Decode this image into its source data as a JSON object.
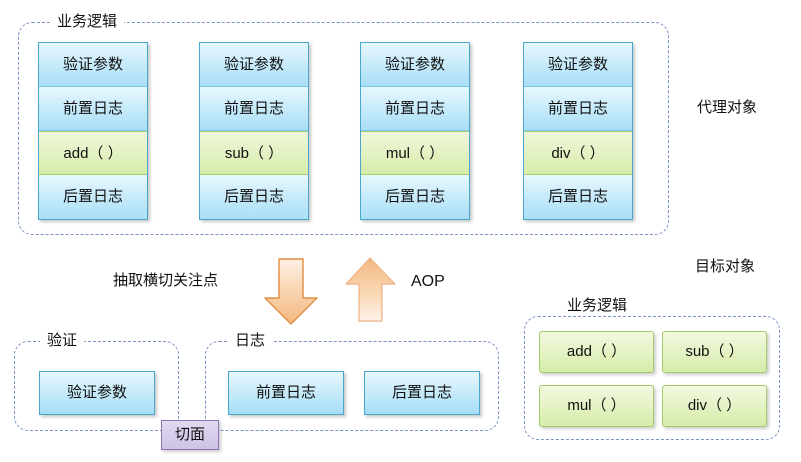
{
  "diagram": {
    "title_labels": {
      "proxy_object": "代理对象",
      "target_object": "目标对象",
      "aop": "AOP",
      "extract_crosscutting": "抽取横切关注点"
    },
    "colors": {
      "blue_border": "#49a7cc",
      "blue_fill_top": "#e8f8fd",
      "blue_fill_bottom": "#a9dff7",
      "green_border": "#a3cb6b",
      "green_fill_top": "#f2f9e0",
      "green_fill_bottom": "#d6eca8",
      "dashed_border": "#7b93c4",
      "arrow_fill": "#f6c79a",
      "arrow_border": "#e08c41",
      "aspect_fill": "#cfc2e6",
      "aspect_border": "#8d74b5"
    },
    "top_group": {
      "label": "业务逻辑",
      "stacks": [
        {
          "name": "add-stack",
          "cells": [
            {
              "text": "验证参数",
              "kind": "blue"
            },
            {
              "text": "前置日志",
              "kind": "blue"
            },
            {
              "text": "add（ ）",
              "kind": "green"
            },
            {
              "text": "后置日志",
              "kind": "blue"
            }
          ]
        },
        {
          "name": "sub-stack",
          "cells": [
            {
              "text": "验证参数",
              "kind": "blue"
            },
            {
              "text": "前置日志",
              "kind": "blue"
            },
            {
              "text": "sub（ ）",
              "kind": "green"
            },
            {
              "text": "后置日志",
              "kind": "blue"
            }
          ]
        },
        {
          "name": "mul-stack",
          "cells": [
            {
              "text": "验证参数",
              "kind": "blue"
            },
            {
              "text": "前置日志",
              "kind": "blue"
            },
            {
              "text": "mul（ ）",
              "kind": "green"
            },
            {
              "text": "后置日志",
              "kind": "blue"
            }
          ]
        },
        {
          "name": "div-stack",
          "cells": [
            {
              "text": "验证参数",
              "kind": "blue"
            },
            {
              "text": "前置日志",
              "kind": "blue"
            },
            {
              "text": "div（ ）",
              "kind": "green"
            },
            {
              "text": "后置日志",
              "kind": "blue"
            }
          ]
        }
      ]
    },
    "middle": {
      "down_arrow_label": "抽取横切关注点",
      "up_arrow_label": "AOP"
    },
    "bottom_left": {
      "validation_group": {
        "label": "验证",
        "items": [
          "验证参数"
        ]
      },
      "logging_group": {
        "label": "日志",
        "items": [
          "前置日志",
          "后置日志"
        ]
      },
      "aspect_badge": "切面"
    },
    "bottom_right": {
      "outer_label": "目标对象",
      "business_group": {
        "label": "业务逻辑",
        "items": [
          "add（ ）",
          "sub（ ）",
          "mul（ ）",
          "div（ ）"
        ]
      }
    }
  }
}
